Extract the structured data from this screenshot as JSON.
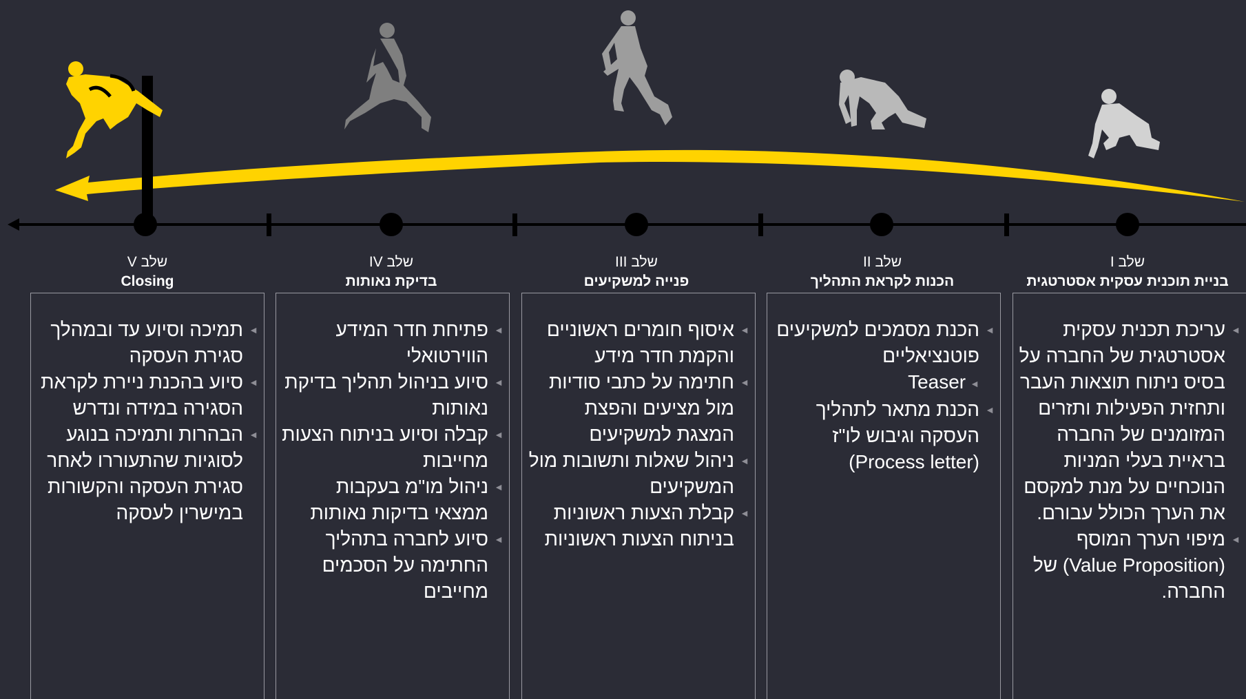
{
  "colors": {
    "background": "#2b2c36",
    "accent": "#ffd300",
    "axis": "#000000",
    "box_border": "#9a9aa2",
    "bullet": "#8e8e96"
  },
  "icons": {
    "bullet": "◄",
    "timeline_arrow": "arrow-left-icon",
    "progress_arrow": "curved-arrow-left-icon",
    "finish_post": "finish-post-icon"
  },
  "stages": [
    {
      "number": "שלב I",
      "title": "בניית תוכנית עסקית אסטרטגית",
      "figure": "kneeling-runner-icon",
      "figure_color": "#d2d2d2",
      "items": [
        {
          "text": "עריכת תכנית עסקית אסטרטגית של החברה על בסיס ניתוח תוצאות העבר ותחזית הפעילות ותזרים המזומנים של החברה בראיית בעלי המניות הנוכחיים על מנת למקסם את הערך הכולל עבורם."
        },
        {
          "text": "מיפוי הערך המוסף (Value Proposition) של החברה."
        }
      ]
    },
    {
      "number": "שלב II",
      "title": "הכנות לקראת התהליך",
      "figure": "crouching-runner-icon",
      "figure_color": "#b9b9b9",
      "items": [
        {
          "text": "הכנת מסמכים למשקיעים פוטנציאליים",
          "sub": "Teaser"
        },
        {
          "text": "הכנת מתאר לתהליך העסקה וגיבוש לו\"ז (Process letter)"
        }
      ]
    },
    {
      "number": "שלב III",
      "title": "פנייה למשקיעים",
      "figure": "running-man-icon",
      "figure_color": "#9d9d9d",
      "items": [
        {
          "text": "איסוף חומרים ראשוניים והקמת חדר מידע"
        },
        {
          "text": "חתימה על כתבי סודיות מול מציעים והפצת המצגת למשקיעים"
        },
        {
          "text": "ניהול שאלות ותשובות מול המשקיעים"
        },
        {
          "text": "קבלת הצעות ראשוניות בניתוח הצעות ראשוניות"
        }
      ]
    },
    {
      "number": "שלב IV",
      "title": "בדיקת נאותות",
      "figure": "sprinting-man-icon",
      "figure_color": "#7f7f7f",
      "items": [
        {
          "text": "פתיחת חדר המידע הווירטואלי"
        },
        {
          "text": "סיוע בניהול תהליך בדיקת נאותות"
        },
        {
          "text": "קבלה וסיוע בניתוח הצעות מחייבות"
        },
        {
          "text": "ניהול מו\"מ בעקבות ממצאי בדיקות נאותות"
        },
        {
          "text": "סיוע לחברה בתהליך החתימה על הסכמים מחייבים"
        }
      ]
    },
    {
      "number": "שלב V",
      "title": "Closing",
      "figure": "finishing-runner-icon",
      "figure_color": "#ffd300",
      "items": [
        {
          "text": "תמיכה וסיוע עד ובמהלך סגירת העסקה"
        },
        {
          "text": "סיוע בהכנת ניירת לקראת הסגירה במידה ונדרש"
        },
        {
          "text": "הבהרות ותמיכה בנוגע לסוגיות שהתעוררו לאחר סגירת העסקה והקשורות במישרין לעסקה"
        }
      ]
    }
  ]
}
